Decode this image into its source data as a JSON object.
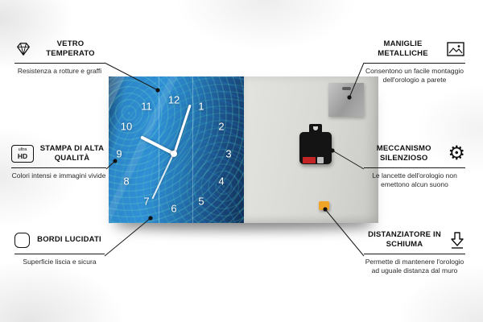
{
  "callouts": {
    "vetro": {
      "title": "VETRO TEMPERATO",
      "subtitle": "Resistenza a rotture e graffi"
    },
    "stampa": {
      "title": "STAMPA DI ALTA QUALITÀ",
      "subtitle": "Colori intensi e immagini vivide"
    },
    "bordi": {
      "title": "BORDI LUCIDATI",
      "subtitle": "Superficie liscia e sicura"
    },
    "maniglie": {
      "title": "MANIGLIE METALLICHE",
      "subtitle": "Consentono un facile montaggio dell'orologio a parete"
    },
    "meccanismo": {
      "title": "MECCANISMO SILENZIOSO",
      "subtitle": "Le lancette dell'orologio non emettono alcun suono"
    },
    "distanziatore": {
      "title": "DISTANZIATORE IN SCHIUMA",
      "subtitle": "Permette di mantenere l'orologio ad uguale distanza dal muro"
    }
  },
  "icons": {
    "vetro": "diamond-icon",
    "stampa": "ultra-hd-icon",
    "bordi": "rounded-edge-icon",
    "maniglie": "picture-frame-icon",
    "meccanismo": "gear-icon",
    "distanziatore": "down-arrow-icon",
    "ultra_hd_top": "ultra",
    "ultra_hd_bottom": "HD",
    "gear_glyph": "⚙"
  },
  "clock": {
    "numbers": [
      "12",
      "1",
      "2",
      "3",
      "4",
      "5",
      "6",
      "7",
      "8",
      "9",
      "10",
      "11"
    ]
  },
  "colors": {
    "clock_face_blue": "#2e86c9",
    "back_panel_gray": "#d7d7d3",
    "foam_spacer_orange": "#f0a427",
    "battery_red": "#c32424",
    "line_black": "#1a1a1a"
  }
}
